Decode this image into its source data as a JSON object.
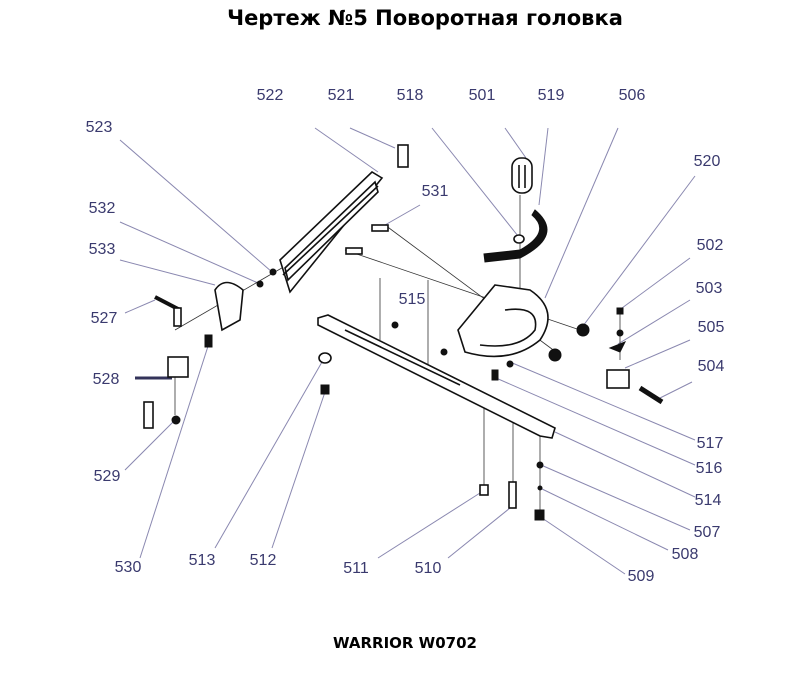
{
  "title": "Чертеж №5 Поворотная головка",
  "footer": "WARRIOR W0702",
  "part_labels": {
    "p522": "522",
    "p521": "521",
    "p518": "518",
    "p501": "501",
    "p519": "519",
    "p506": "506",
    "p523": "523",
    "p520": "520",
    "p531": "531",
    "p532": "532",
    "p502": "502",
    "p533": "533",
    "p503": "503",
    "p515": "515",
    "p527": "527",
    "p505": "505",
    "p504": "504",
    "p528": "528",
    "p517": "517",
    "p516": "516",
    "p529": "529",
    "p514": "514",
    "p507": "507",
    "p508": "508",
    "p509": "509",
    "p530": "530",
    "p513": "513",
    "p512": "512",
    "p511": "511",
    "p510": "510"
  }
}
